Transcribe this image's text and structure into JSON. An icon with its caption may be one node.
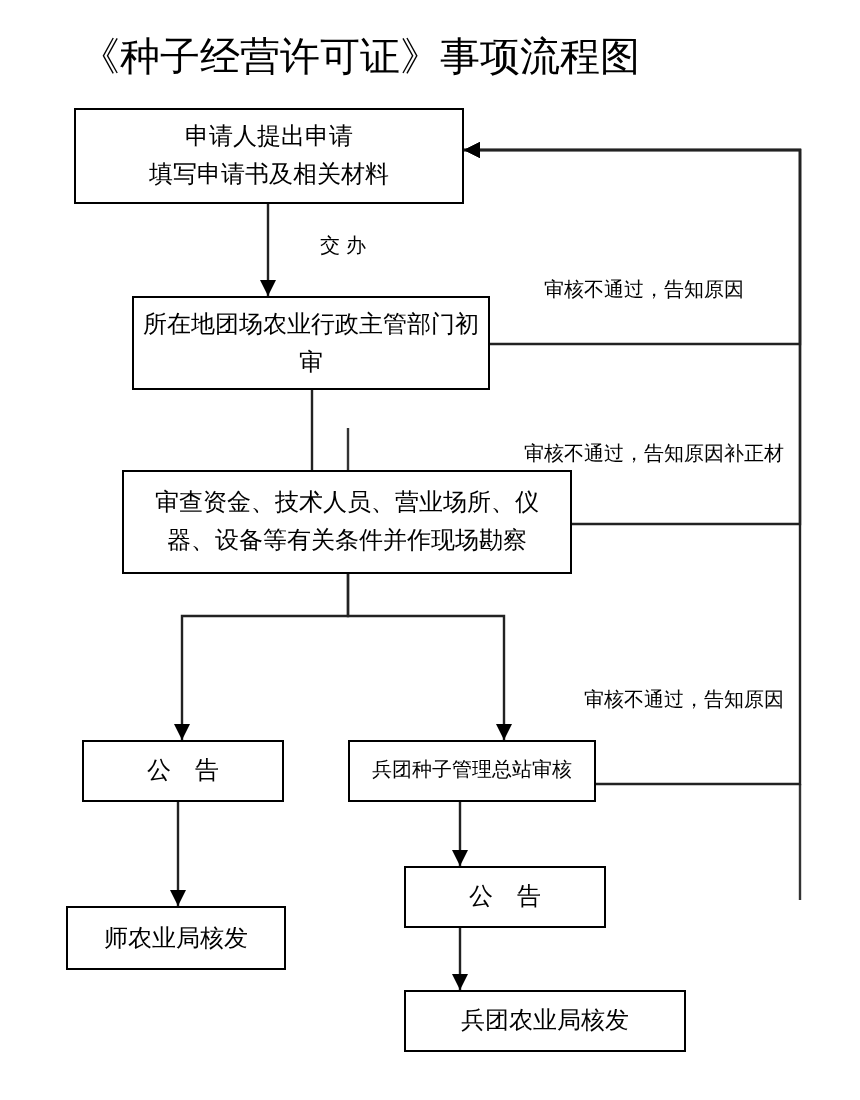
{
  "diagram": {
    "title": "《种子经营许可证》事项流程图",
    "nodes": [
      {
        "text": [
          "申请人提出申请",
          "填写申请书及相关材料"
        ]
      },
      {
        "text": [
          "所在地团场农业行政主管部门初审"
        ]
      },
      {
        "text": [
          "审查资金、技术人员、营业场所、仪器、设备等有关条件并作现场勘察"
        ]
      },
      {
        "text": [
          "公　告"
        ]
      },
      {
        "text": [
          "兵团种子管理总站审核"
        ]
      },
      {
        "text": [
          "师农业局核发"
        ]
      },
      {
        "text": [
          "公　告"
        ]
      },
      {
        "text": [
          "兵团农业局核发"
        ]
      }
    ],
    "edges": [
      {
        "from": 0,
        "to": 1,
        "arrow": "to",
        "label": "交 办"
      },
      {
        "from": 1,
        "to": 2,
        "arrow": "none"
      },
      {
        "from": 2,
        "to": 3,
        "arrow": "to"
      },
      {
        "from": 2,
        "to": 4,
        "arrow": "to"
      },
      {
        "from": 3,
        "to": 5,
        "arrow": "to"
      },
      {
        "from": 4,
        "to": 6,
        "arrow": "to"
      },
      {
        "from": 6,
        "to": 7,
        "arrow": "to"
      },
      {
        "from": 1,
        "to": 0,
        "arrow": "to",
        "label": "审核不通过，告知原因"
      },
      {
        "from": 2,
        "to": 0,
        "arrow": "to",
        "label": "审核不通过，告知原因补正材"
      },
      {
        "from": 4,
        "to": 0,
        "arrow": "to",
        "label": "审核不通过，告知原因"
      }
    ]
  }
}
